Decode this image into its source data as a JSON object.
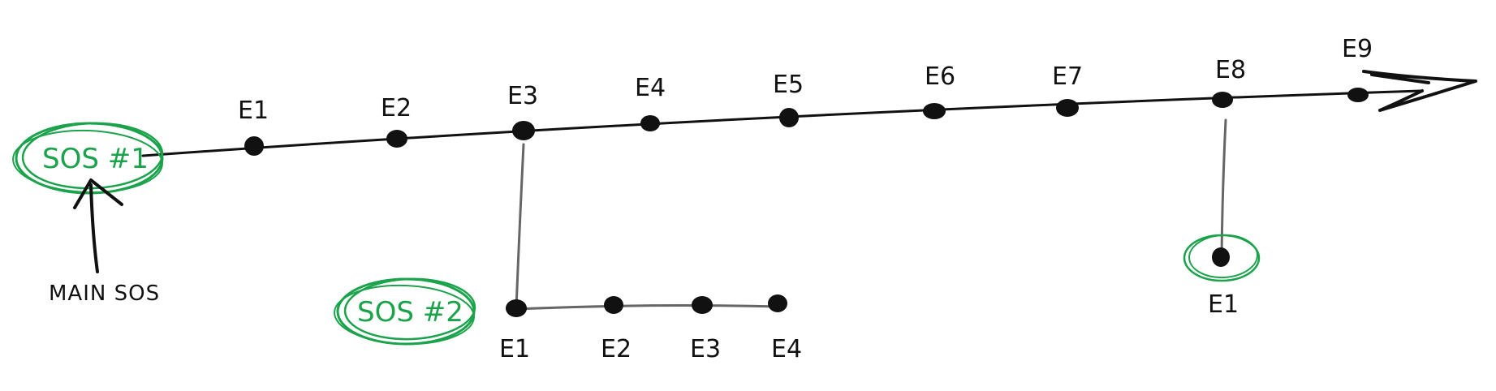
{
  "colors": {
    "ink": "#111111",
    "branch": "#666666",
    "accent": "#1aa34a"
  },
  "main_sos": {
    "label": "SOS #1",
    "annotation": "MAIN SOS",
    "events": [
      "E1",
      "E2",
      "E3",
      "E4",
      "E5",
      "E6",
      "E7",
      "E8",
      "E9"
    ]
  },
  "branch_sos": {
    "label": "SOS #2",
    "events": [
      "E1",
      "E2",
      "E3",
      "E4"
    ]
  },
  "single_branch": {
    "events": [
      "E1"
    ]
  }
}
